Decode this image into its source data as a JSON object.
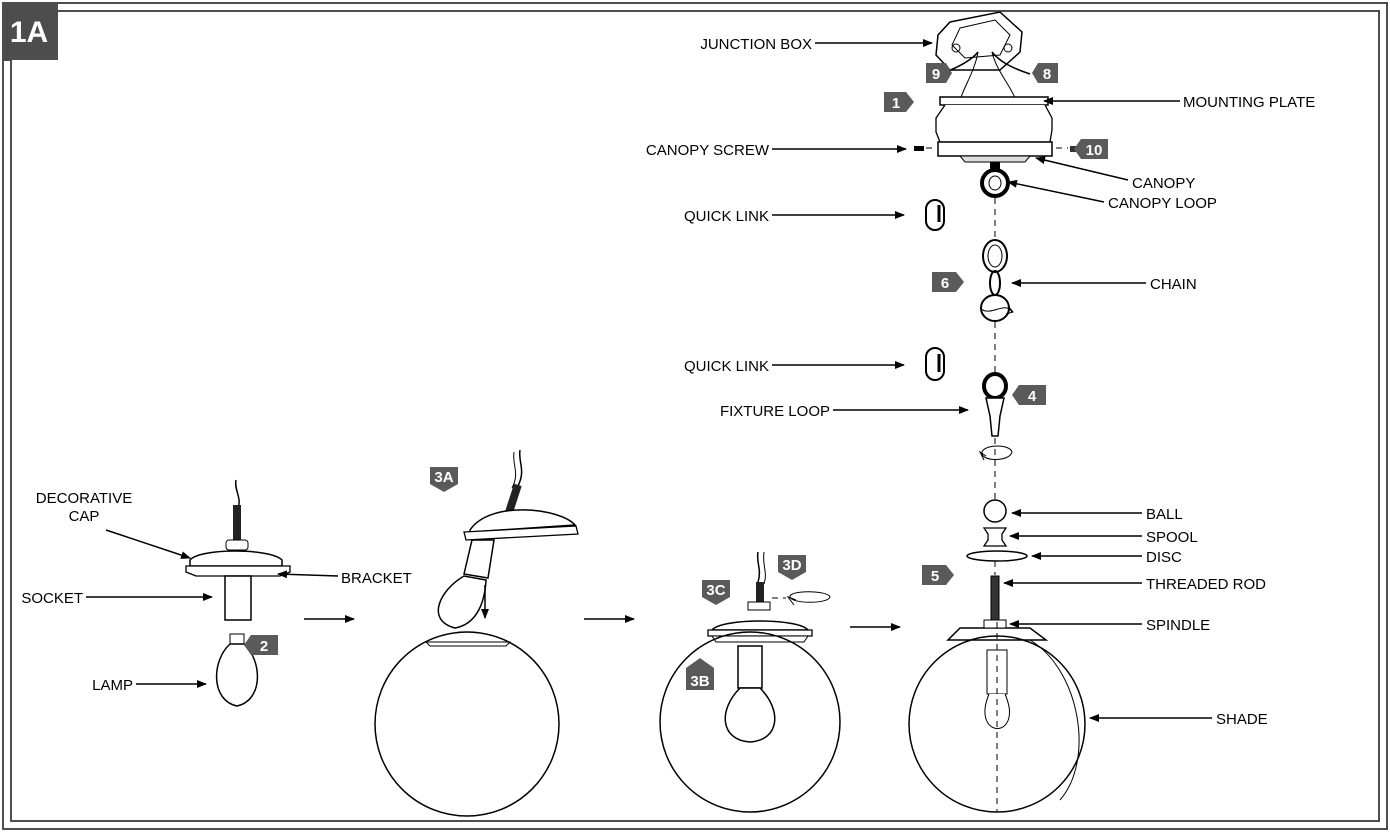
{
  "figure_label": "1A",
  "labels": {
    "junction_box": "JUNCTION BOX",
    "mounting_plate": "MOUNTING PLATE",
    "canopy_screw": "CANOPY SCREW",
    "canopy": "CANOPY",
    "canopy_loop": "CANOPY LOOP",
    "quick_link_1": "QUICK LINK",
    "chain": "CHAIN",
    "quick_link_2": "QUICK LINK",
    "fixture_loop": "FIXTURE LOOP",
    "decorative_cap_1": "DECORATIVE",
    "decorative_cap_2": "CAP",
    "bracket": "BRACKET",
    "socket": "SOCKET",
    "lamp": "LAMP",
    "ball": "BALL",
    "spool": "SPOOL",
    "disc": "DISC",
    "threaded_rod": "THREADED ROD",
    "spindle": "SPINDLE",
    "shade": "SHADE"
  },
  "step_markers": {
    "m9": "9",
    "m8": "8",
    "m1": "1",
    "m10": "10",
    "m6": "6",
    "m4": "4",
    "m5": "5",
    "m2": "2",
    "m3a": "3A",
    "m3b": "3B",
    "m3c": "3C",
    "m3d": "3D"
  },
  "colors": {
    "marker_fill": "#5a5a5a",
    "line": "#000000",
    "frame": "#4d4d4d"
  }
}
